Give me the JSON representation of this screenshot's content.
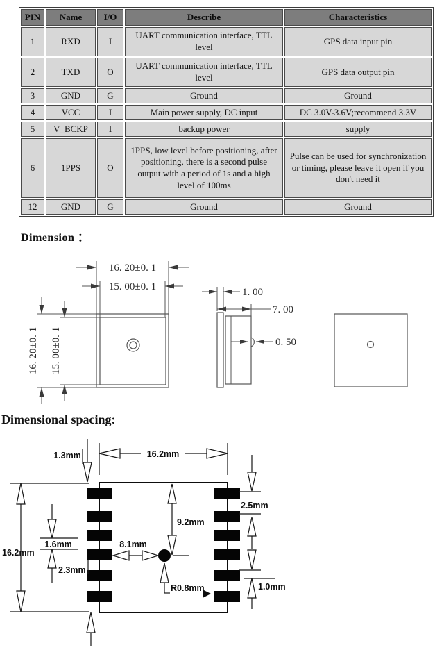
{
  "page": {
    "background": "#ffffff",
    "table_header_bg": "#7d7d7d",
    "table_row_bg": "#d7d7d7",
    "drawing_line_color": "#3a3a3a"
  },
  "pin_table": {
    "columns": [
      "PIN",
      "Name",
      "I/O",
      "Describe",
      "Characteristics"
    ],
    "rows": [
      [
        "1",
        "RXD",
        "I",
        "UART communication interface, TTL level",
        "GPS data input pin"
      ],
      [
        "2",
        "TXD",
        "O",
        "UART communication interface, TTL level",
        "GPS data output pin"
      ],
      [
        "3",
        "GND",
        "G",
        "Ground",
        "Ground"
      ],
      [
        "4",
        "VCC",
        "I",
        "Main power supply, DC input",
        "DC 3.0V-3.6V;recommend 3.3V"
      ],
      [
        "5",
        "V_BCKP",
        "I",
        "backup power",
        "supply"
      ],
      [
        "6",
        "1PPS",
        "O",
        "1PPS, low level before positioning, after positioning, there is a second pulse output with a period of 1s and a high level of 100ms",
        "Pulse can be used for synchronization or timing, please leave it open if you don't need it"
      ],
      [
        "12",
        "GND",
        "G",
        "Ground",
        "Ground"
      ]
    ]
  },
  "dimension_section": {
    "heading": "Dimension ：",
    "labels": {
      "top_width_outer": "16. 20±0. 1",
      "top_width_inner": "15. 00±0. 1",
      "left_height_outer": "16. 20±0. 1",
      "left_height_inner": "15. 00±0. 1",
      "side_lid": "1. 00",
      "side_depth": "7. 00",
      "side_bump": "0. 50"
    }
  },
  "spacing_section": {
    "heading": "Dimensional spacing:",
    "labels": {
      "top_offset": "1.3mm",
      "body_width": "16.2mm",
      "body_height": "16.2mm",
      "pad_height": "1.6mm",
      "pad_pitch": "2.3mm",
      "center_x": "8.1mm",
      "center_y": "9.2mm",
      "hole_radius": "R0.8mm",
      "right_pitch": "2.5mm",
      "pad_gap": "1.0mm"
    }
  }
}
